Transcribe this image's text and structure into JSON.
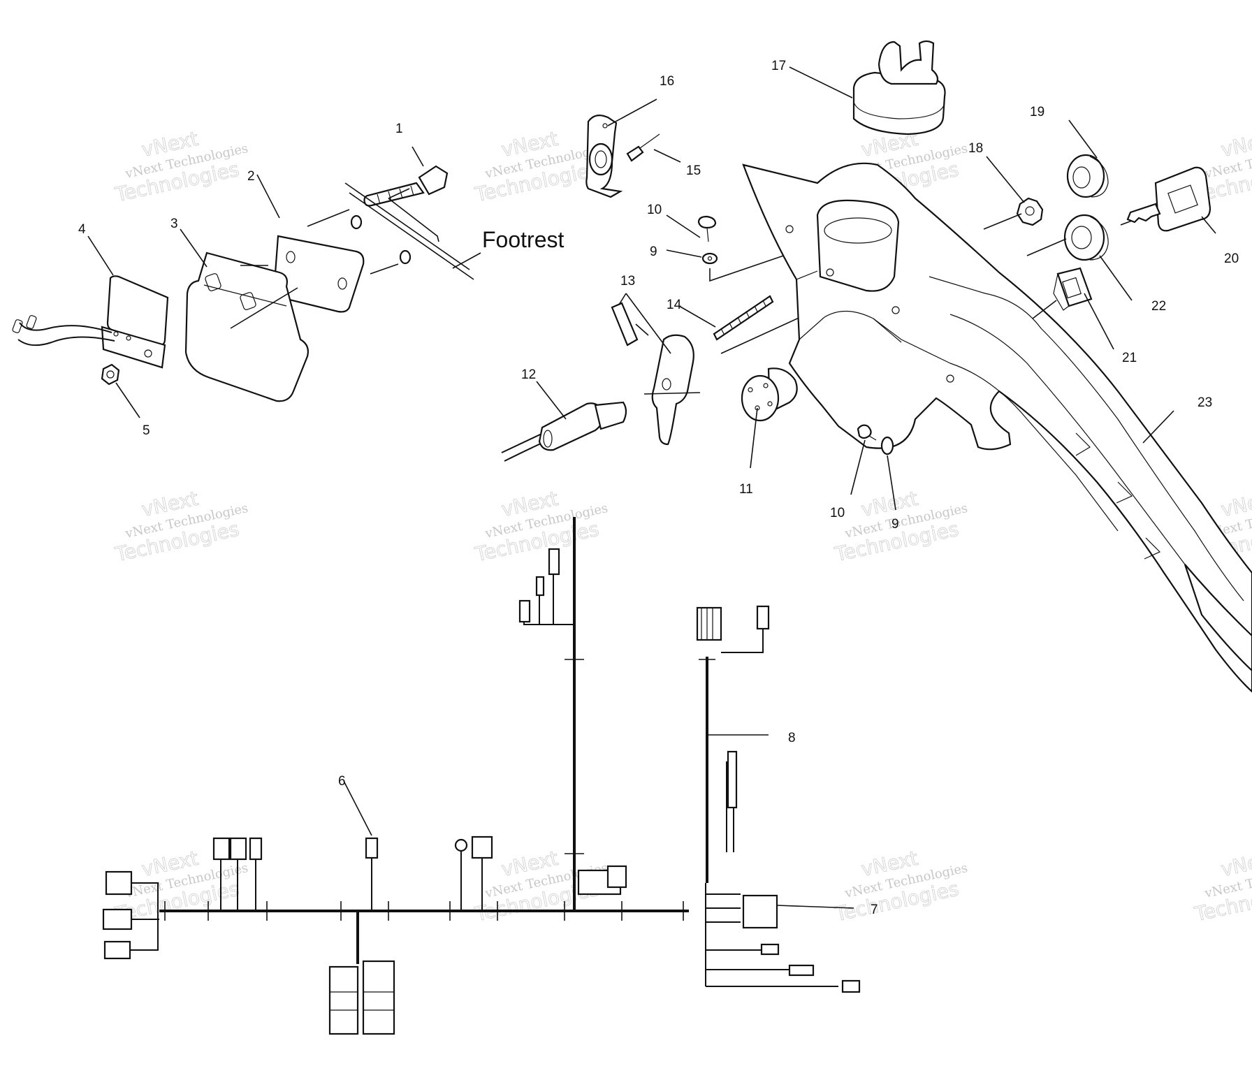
{
  "callouts": [
    {
      "id": "c1",
      "text": "1"
    },
    {
      "id": "c2",
      "text": "2"
    },
    {
      "id": "c3",
      "text": "3"
    },
    {
      "id": "c4",
      "text": "4"
    },
    {
      "id": "c5",
      "text": "5"
    },
    {
      "id": "c6",
      "text": "6"
    },
    {
      "id": "c7",
      "text": "7"
    },
    {
      "id": "c8",
      "text": "8"
    },
    {
      "id": "c9a",
      "text": "9"
    },
    {
      "id": "c9b",
      "text": "9"
    },
    {
      "id": "c10a",
      "text": "10"
    },
    {
      "id": "c10b",
      "text": "10"
    },
    {
      "id": "c11",
      "text": "11"
    },
    {
      "id": "c12",
      "text": "12"
    },
    {
      "id": "c13",
      "text": "13"
    },
    {
      "id": "c14",
      "text": "14"
    },
    {
      "id": "c15",
      "text": "15"
    },
    {
      "id": "c16",
      "text": "16"
    },
    {
      "id": "c17",
      "text": "17"
    },
    {
      "id": "c18",
      "text": "18"
    },
    {
      "id": "c19",
      "text": "19"
    },
    {
      "id": "c20",
      "text": "20"
    },
    {
      "id": "c21",
      "text": "21"
    },
    {
      "id": "c22",
      "text": "22"
    },
    {
      "id": "c23",
      "text": "23"
    }
  ],
  "footrest_label": "Footrest",
  "watermark": {
    "brand_line": "vNext Technologies",
    "word_a": "vNext",
    "word_b": "Technologies"
  }
}
